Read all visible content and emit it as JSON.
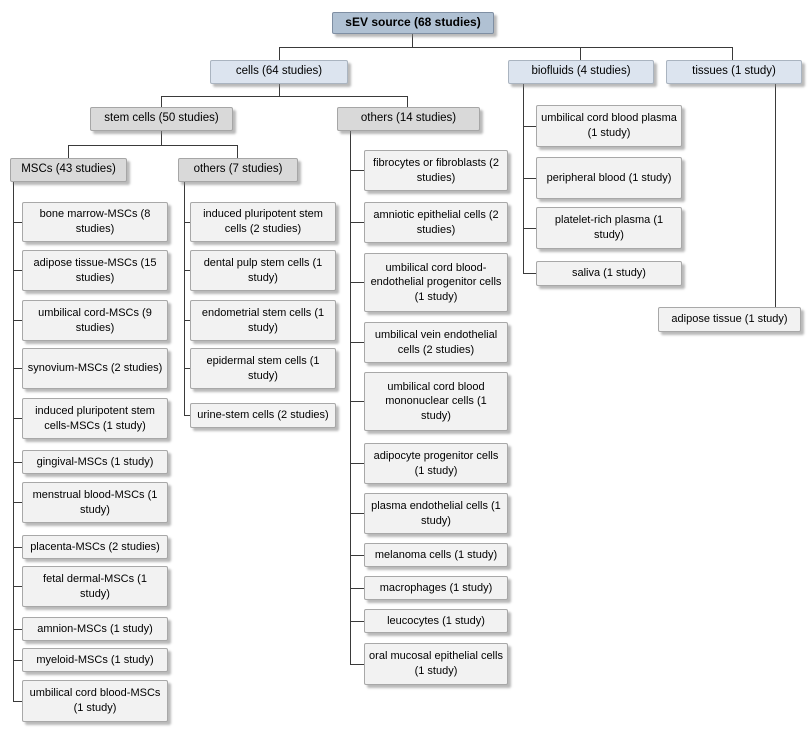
{
  "diagram": {
    "root": "sEV source (68 studies)",
    "level1": {
      "cells": "cells (64 studies)",
      "biofluids": "biofluids (4 studies)",
      "tissues": "tissues (1 study)"
    },
    "level2": {
      "stem_cells": "stem cells (50 studies)",
      "cells_others": "others (14 studies)"
    },
    "level3": {
      "mscs": "MSCs (43 studies)",
      "stem_cells_others": "others (7 studies)"
    },
    "mscs_leaves": [
      "bone marrow-MSCs (8 studies)",
      "adipose tissue-MSCs (15 studies)",
      "umbilical cord-MSCs (9 studies)",
      "synovium-MSCs (2 studies)",
      "induced pluripotent stem cells-MSCs (1 study)",
      "gingival-MSCs (1 study)",
      "menstrual blood-MSCs (1 study)",
      "placenta-MSCs (2 studies)",
      "fetal dermal-MSCs (1 study)",
      "amnion-MSCs (1 study)",
      "myeloid-MSCs (1 study)",
      "umbilical cord blood-MSCs (1 study)"
    ],
    "stem_cells_others_leaves": [
      "induced pluripotent stem cells (2 studies)",
      "dental pulp stem cells (1 study)",
      "endometrial stem cells (1 study)",
      "epidermal stem cells (1 study)",
      "urine-stem cells (2 studies)"
    ],
    "cells_others_leaves": [
      "fibrocytes or fibroblasts (2 studies)",
      "amniotic epithelial cells (2 studies)",
      "umbilical cord blood-endothelial progenitor cells (1 study)",
      "umbilical vein endothelial cells (2 studies)",
      "umbilical cord blood mononuclear cells (1 study)",
      "adipocyte progenitor cells (1 study)",
      "plasma endothelial cells (1 study)",
      "melanoma cells (1 study)",
      "macrophages (1 study)",
      "leucocytes (1 study)",
      "oral mucosal epithelial cells (1 study)"
    ],
    "biofluids_leaves": [
      "umbilical cord blood plasma (1 study)",
      "peripheral blood (1 study)",
      "platelet-rich plasma (1 study)",
      "saliva (1 study)"
    ],
    "tissues_leaves": [
      "adipose tissue (1 study)"
    ],
    "colors": {
      "root_fill": "#b0c1d3",
      "level1_fill": "#dce4ef",
      "branch_fill": "#d9d9d9",
      "leaf_fill": "#f2f2f2",
      "line": "#3a3a3a"
    }
  }
}
